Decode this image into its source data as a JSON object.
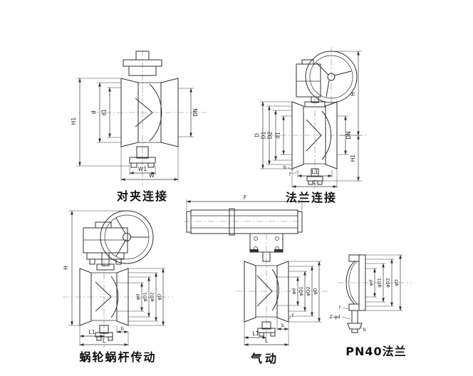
{
  "sheet": {
    "background": "#ffffff",
    "line_color": "#2f2f2f"
  },
  "figures": {
    "wafer": {
      "caption": "对夹连接",
      "labels": {
        "H1": "H1",
        "d": "d",
        "d1": "d1",
        "DN": "DN",
        "W1": "W1",
        "W": "W"
      }
    },
    "flange": {
      "caption": "法兰连接",
      "labels": {
        "D": "D",
        "D1": "D1",
        "D2": "D2",
        "d1": "d1",
        "DN": "DN",
        "H": "H",
        "H1": "H1",
        "L1": "L1",
        "L": "L",
        "b": "b",
        "f": "f"
      }
    },
    "worm": {
      "caption": "蜗轮蜗杆传动",
      "labels": {
        "H": "H",
        "phid": "φd",
        "phiD1": "φD1",
        "phiD2": "φD2",
        "phiD": "φD",
        "L1": "L1",
        "L": "L",
        "b": "b"
      }
    },
    "pneumatic": {
      "caption": "气动",
      "labels": {
        "F": "F",
        "phid": "φd",
        "phiD1": "φD1",
        "phiD2": "φD2",
        "phiD": "φD",
        "L1": "L1",
        "L": "L",
        "b": "b",
        "f": "f"
      }
    },
    "pn40": {
      "caption": "PN40法兰",
      "labels": {
        "phid": "φd",
        "phiD1": "φD1",
        "phiD2": "φD2",
        "phiD": "φD",
        "b": "b",
        "f": "f",
        "zphid": "Z-φd"
      }
    }
  }
}
